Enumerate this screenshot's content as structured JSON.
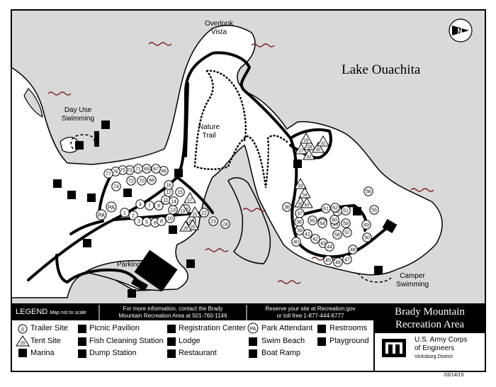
{
  "map": {
    "lake_label": "Lake Ouachita",
    "places": {
      "overlook": [
        "Overlook",
        "Vista"
      ],
      "nature_trail": [
        "Nature",
        "Trail"
      ],
      "day_use": [
        "Day Use",
        "Swimming"
      ],
      "camper": [
        "Camper",
        "Swimming"
      ],
      "parking": "Parking"
    },
    "north_label": "N",
    "date": "03/14/19",
    "trailer_sites": [
      "1",
      "2",
      "3",
      "4",
      "5",
      "6",
      "7",
      "8",
      "9",
      "10",
      "11",
      "12",
      "13",
      "14",
      "15",
      "16",
      "18",
      "20",
      "22",
      "23",
      "24",
      "36",
      "37",
      "38",
      "39",
      "40",
      "41",
      "42",
      "43",
      "44",
      "45",
      "46",
      "47",
      "48",
      "49",
      "50",
      "51",
      "52",
      "53",
      "54",
      "55",
      "56",
      "57",
      "58",
      "59",
      "60",
      "61",
      "62",
      "64",
      "65",
      "66",
      "67",
      "68",
      "69",
      "70",
      "71",
      "72",
      "73",
      "74",
      "75",
      "76",
      "77"
    ],
    "tent_sites": [
      "17",
      "19",
      "21",
      "25",
      "26",
      "27",
      "28",
      "29",
      "30",
      "31",
      "32",
      "33",
      "34",
      "35",
      "63"
    ]
  },
  "legend": {
    "title": "LEGEND",
    "note": "Map not to scale",
    "info_line1": "For more information, contact the Brady",
    "info_line2": "Mountain Recreation Area at 501-760-1146",
    "reserve_line1": "Reserve your site at Recreation.gov",
    "reserve_line2": "or toll free 1-877-444-6777",
    "items": [
      "Trailer Site",
      "Tent Site",
      "Marina",
      "Picnic Pavilion",
      "Fish Cleaning Station",
      "Dump Station",
      "Registration Center",
      "Lodge",
      "Restaurant",
      "Park Attendant",
      "Swim Beach",
      "Boat Ramp",
      "Restrooms",
      "Playground"
    ],
    "pa_symbol": "PA",
    "sample_site": "0",
    "sample_tent": "25"
  },
  "brand": {
    "area_line1": "Brady Mountain",
    "area_line2": "Recreation Area",
    "corps_line1": "U.S. Army Corps",
    "corps_line2": "of Engineers",
    "district": "Vicksburg District"
  }
}
